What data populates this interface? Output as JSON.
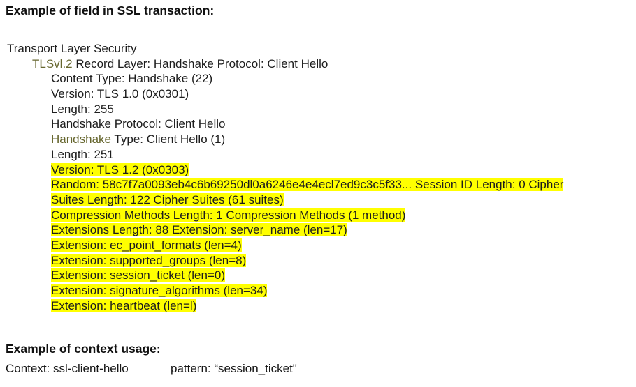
{
  "colors": {
    "highlight": "#ffff00",
    "olive": "#66662e",
    "text": "#1d1d1d"
  },
  "section_field_example": {
    "heading": "Example of field in SSL transaction:"
  },
  "ssl_tree": {
    "lines": [
      {
        "indent": 0,
        "highlight": false,
        "segments": [
          {
            "t": "Transport Layer Security"
          }
        ]
      },
      {
        "indent": 1,
        "highlight": false,
        "segments": [
          {
            "t": "TLSvl.2",
            "c": "olive"
          },
          {
            "t": " Record Layer: Handshake Protocol: Client Hello"
          }
        ]
      },
      {
        "indent": 2,
        "highlight": false,
        "segments": [
          {
            "t": "Content Type: Handshake (22)"
          }
        ]
      },
      {
        "indent": 2,
        "highlight": false,
        "segments": [
          {
            "t": "Version: TLS 1.0 (0x0301)"
          }
        ]
      },
      {
        "indent": 2,
        "highlight": false,
        "segments": [
          {
            "t": "Length: 255"
          }
        ]
      },
      {
        "indent": 2,
        "highlight": false,
        "segments": [
          {
            "t": "Handshake Protocol: Client Hello"
          }
        ]
      },
      {
        "indent": 2,
        "highlight": false,
        "segments": [
          {
            "t": "Handshake",
            "c": "olive"
          },
          {
            "t": " Type: Client Hello (1)"
          }
        ]
      },
      {
        "indent": 2,
        "highlight": false,
        "segments": [
          {
            "t": "Length: 251"
          }
        ]
      },
      {
        "indent": 2,
        "highlight": true,
        "segments": [
          {
            "t": "Version: TLS 1.2 (0x0303)"
          }
        ]
      },
      {
        "indent": 2,
        "highlight": true,
        "segments": [
          {
            "t": "Random: 58c7f7a0093eb4c6b69250dl0a6246e4e4ecl7ed9c3c5f33... Session ID Length: 0 Cipher"
          }
        ]
      },
      {
        "indent": 2,
        "highlight": true,
        "segments": [
          {
            "t": "Suites Length: 122 Cipher Suites (61 suites)"
          }
        ]
      },
      {
        "indent": 2,
        "highlight": true,
        "segments": [
          {
            "t": "Compression Methods Length: 1 Compression Methods (1 method)"
          }
        ]
      },
      {
        "indent": 2,
        "highlight": true,
        "segments": [
          {
            "t": "Extensions Length: 88 Extension: server_name (len=17)"
          }
        ]
      },
      {
        "indent": 2,
        "highlight": true,
        "segments": [
          {
            "t": "Extension: ec_point_formats (len=4)"
          }
        ]
      },
      {
        "indent": 2,
        "highlight": true,
        "segments": [
          {
            "t": "Extension: supported_groups (len=8)"
          }
        ]
      },
      {
        "indent": 2,
        "highlight": true,
        "segments": [
          {
            "t": "Extension: session_ticket (len=0)"
          }
        ]
      },
      {
        "indent": 2,
        "highlight": true,
        "segments": [
          {
            "t": "Extension: signature_algorithms (len=34)"
          }
        ]
      },
      {
        "indent": 2,
        "highlight": true,
        "segments": [
          {
            "t": "Extension: heartbeat (len=l)"
          }
        ]
      }
    ]
  },
  "section_context_usage": {
    "heading": "Example of context usage:",
    "context_text": "Context: ssl-client-hello",
    "pattern_text": "pattern: “session_ticket\""
  }
}
